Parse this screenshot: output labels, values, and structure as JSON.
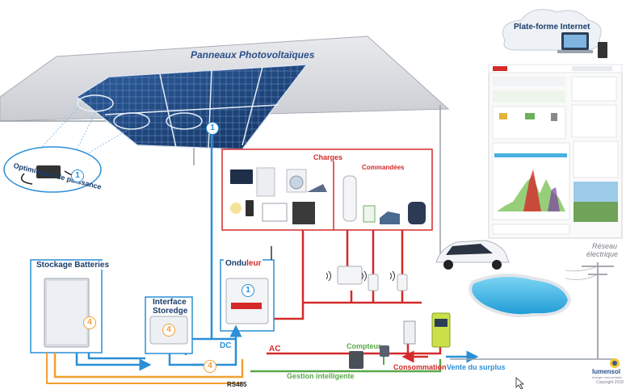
{
  "labels": {
    "panels": "Panneaux Photovoltaïques",
    "optimizers": "Optimiseurs de puissance",
    "cloud": "Plate-forme Internet",
    "charges": "Charges",
    "commandees": "Commandées",
    "storage": "Stockage Batteries",
    "interface_line1": "Interface",
    "interface_line2": "Storedge",
    "inverter_a": "Ondu",
    "inverter_b": "leur",
    "dc": "DC",
    "ac": "AC",
    "meter": "Compteur",
    "smart": "Gestion intelligente",
    "rs485": "RS485",
    "consumption": "Consommation",
    "surplus": "Vente du surplus",
    "grid_line1": "Réseau",
    "grid_line2": "électrique",
    "brand": "lumensol",
    "brand_sub": "énergie renouvelable",
    "copyright": "Copyright 2018"
  },
  "markers": {
    "one": "1",
    "four": "4"
  },
  "colors": {
    "dc_blue": "#2a8fd6",
    "ac_red": "#d42a2a",
    "battery_orange": "#f0a030",
    "control_green": "#5aa84a",
    "title_navy": "#1a3d6b"
  }
}
